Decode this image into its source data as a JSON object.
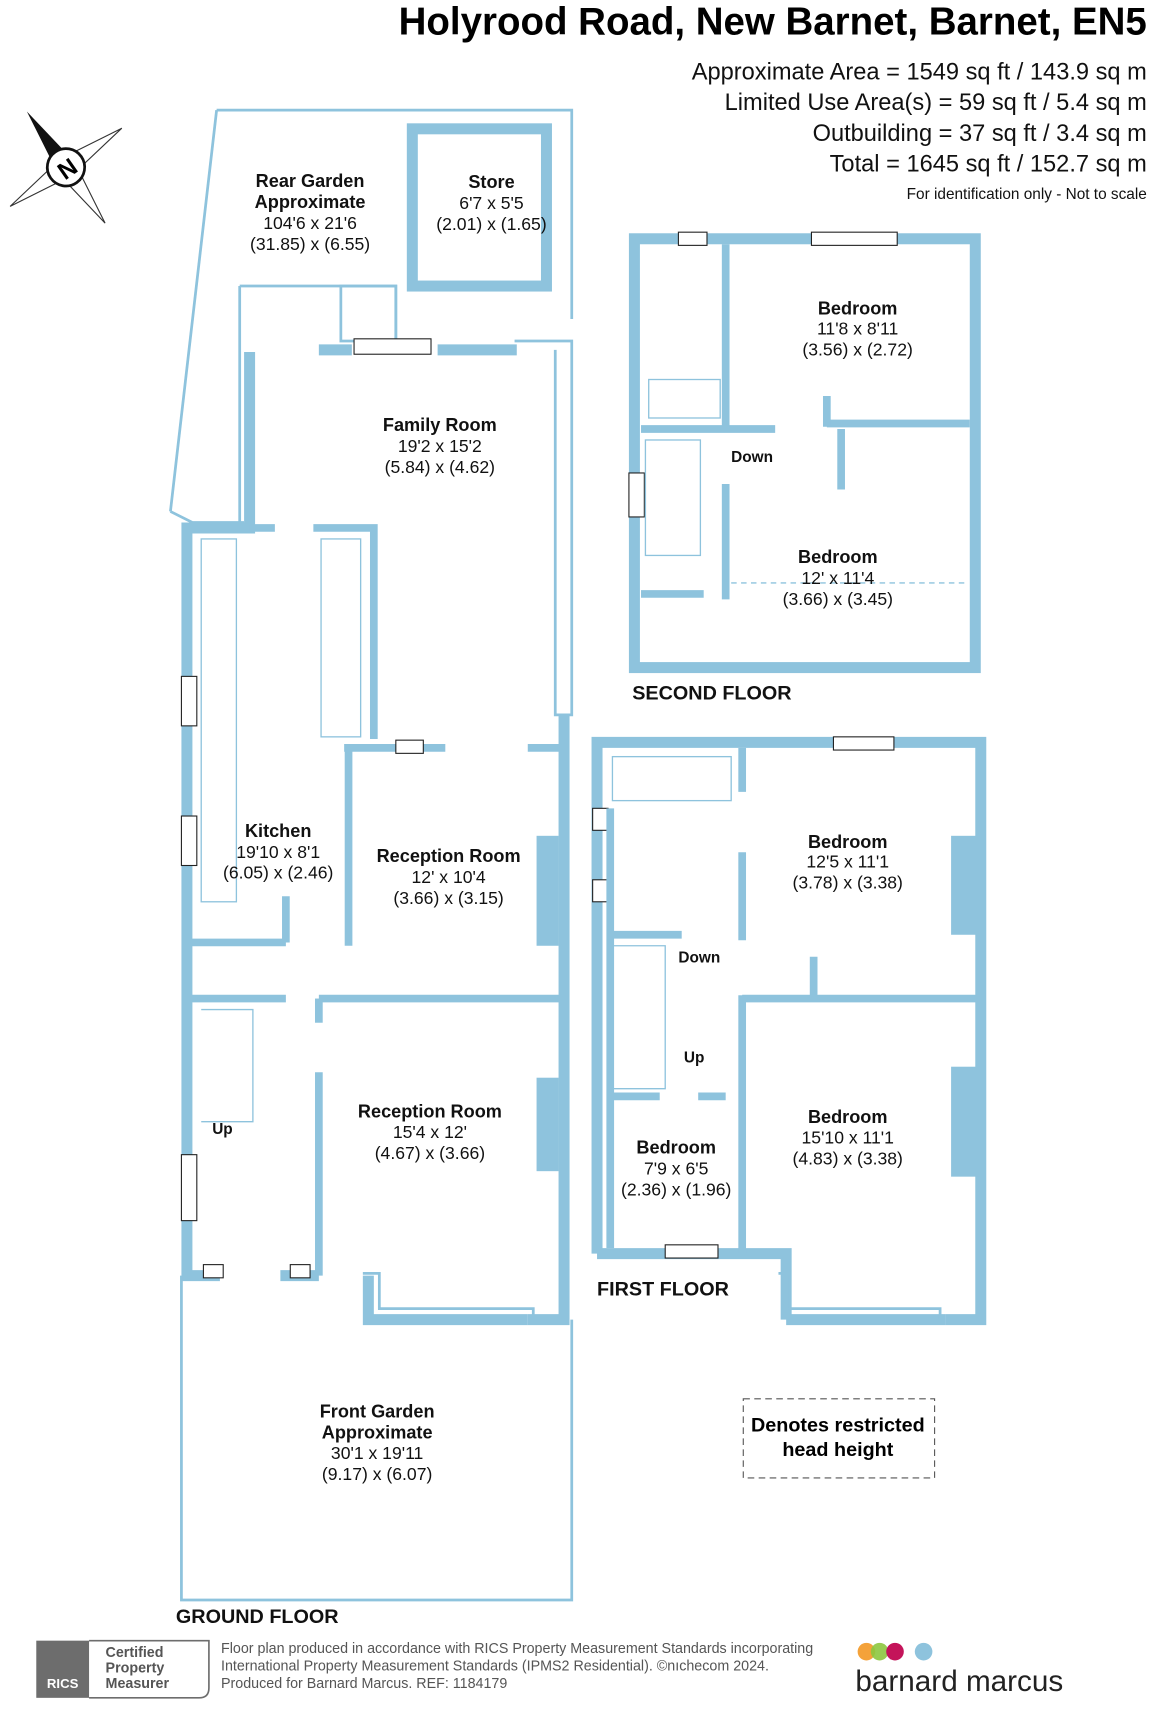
{
  "header": {
    "title": "Holyrood Road, New Barnet, Barnet, EN5",
    "areas": [
      "Approximate Area = 1549 sq ft / 143.9 sq m",
      "Limited Use Area(s) = 59 sq ft / 5.4 sq m",
      "Outbuilding = 37 sq ft / 3.4 sq m",
      "Total = 1645 sq ft / 152.7 sq m"
    ],
    "disclaimer": "For identification only - Not to scale"
  },
  "compass": {
    "label": "N"
  },
  "ground_floor": {
    "label": "GROUND FLOOR",
    "rooms": [
      {
        "name": "Rear Garden",
        "sub": "Approximate",
        "imperial": "104'6 x 21'6",
        "metric": "(31.85) x (6.55)"
      },
      {
        "name": "Store",
        "imperial": "6'7 x 5'5",
        "metric": "(2.01) x (1.65)"
      },
      {
        "name": "Family Room",
        "imperial": "19'2 x 15'2",
        "metric": "(5.84) x (4.62)"
      },
      {
        "name": "Kitchen",
        "imperial": "19'10 x 8'1",
        "metric": "(6.05) x (2.46)"
      },
      {
        "name": "Reception Room",
        "imperial": "12' x 10'4",
        "metric": "(3.66) x (3.15)"
      },
      {
        "name": "Reception Room",
        "imperial": "15'4 x 12'",
        "metric": "(4.67) x (3.66)"
      },
      {
        "name": "Front Garden",
        "sub": "Approximate",
        "imperial": "30'1 x 19'11",
        "metric": "(9.17) x (6.07)"
      }
    ],
    "stairs_label": "Up"
  },
  "first_floor": {
    "label": "FIRST FLOOR",
    "rooms": [
      {
        "name": "Bedroom",
        "imperial": "12'5 x 11'1",
        "metric": "(3.78) x (3.38)"
      },
      {
        "name": "Bedroom",
        "imperial": "15'10 x 11'1",
        "metric": "(4.83) x (3.38)"
      },
      {
        "name": "Bedroom",
        "imperial": "7'9 x 6'5",
        "metric": "(2.36) x (1.96)"
      }
    ],
    "stairs_down": "Down",
    "stairs_up": "Up"
  },
  "second_floor": {
    "label": "SECOND FLOOR",
    "rooms": [
      {
        "name": "Bedroom",
        "imperial": "11'8 x 8'11",
        "metric": "(3.56) x (2.72)"
      },
      {
        "name": "Bedroom",
        "imperial": "12' x 11'4",
        "metric": "(3.66) x (3.45)"
      }
    ],
    "stairs_down": "Down"
  },
  "legend": {
    "line1": "Denotes restricted",
    "line2": "head height"
  },
  "footer": {
    "rics": {
      "logo": "RICS",
      "line1": "Certified",
      "line2": "Property",
      "line3": "Measurer"
    },
    "lines": [
      "Floor plan produced in accordance with RICS Property Measurement Standards incorporating",
      "International Property Measurement Standards (IPMS2 Residential).  ©nıchecom 2024.",
      "Produced for Barnard Marcus.   REF:  1184179"
    ],
    "brand": "barnard marcus",
    "brand_colors": [
      "#f4a23a",
      "#8dc63f",
      "#c4145a",
      "#8ec3dd"
    ]
  },
  "colors": {
    "wall": "#8ec3dd"
  }
}
